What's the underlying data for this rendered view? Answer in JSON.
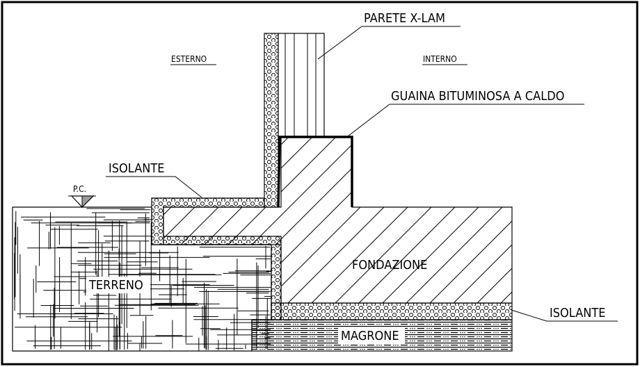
{
  "labels": {
    "parete": "PARETE  X-LAM",
    "esterno": "ESTERNO",
    "interno": "INTERNO",
    "guaina": "GUAINA BITUMINOSA A CALDO",
    "isolante_top": "ISOLANTE",
    "pc": "P.C.",
    "fondazione": "FONDAZIONE",
    "terreno": "TERRENO",
    "isolante_bottom": "ISOLANTE",
    "magrone": "MAGRONE"
  },
  "colors": {
    "line": "#000000",
    "background": "#ffffff"
  }
}
